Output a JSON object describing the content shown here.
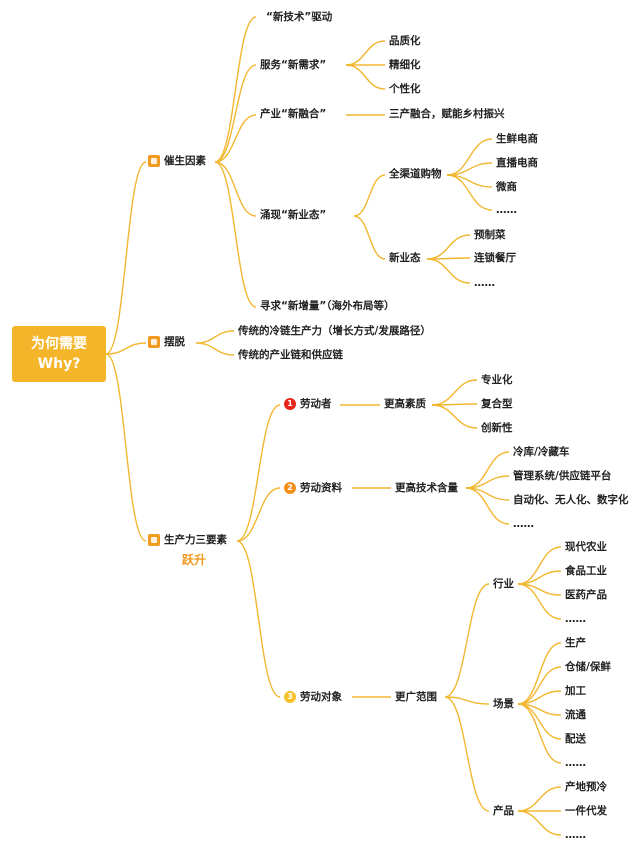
{
  "root": {
    "line1": "为何需要",
    "line2": "Why?"
  },
  "colors": {
    "accent": "#f5b52a",
    "wire": "#f2b731",
    "n1": "#e8271c",
    "n2": "#f28f1c",
    "n3": "#f5c22a"
  },
  "b1": {
    "icon": "bell-icon",
    "label": "催生因素",
    "tech": "“新技术”驱动",
    "service": "服务“新需求”",
    "service_items": [
      "品质化",
      "精细化",
      "个性化"
    ],
    "industry": "产业“新融合”",
    "industry_item": "三产融合，赋能乡村振兴",
    "newform": "涌现“新业态”",
    "channel": "全渠道购物",
    "channel_items": [
      "生鲜电商",
      "直播电商",
      "微商",
      "……"
    ],
    "newbiz": "新业态",
    "newbiz_items": [
      "预制菜",
      "连锁餐厅",
      "……"
    ],
    "seek": "寻求“新增量”（海外布局等）"
  },
  "b2": {
    "icon": "lightning-icon",
    "label": "摆脱",
    "items": [
      "传统的冷链生产力（增长方式/发展路径）",
      "传统的产业链和供应链"
    ]
  },
  "b3": {
    "icon": "mail-icon",
    "label": "生产力三要素",
    "leap": "跃升",
    "e1": {
      "num": "1",
      "label": "劳动者",
      "sub": "更高素质",
      "items": [
        "专业化",
        "复合型",
        "创新性"
      ]
    },
    "e2": {
      "num": "2",
      "label": "劳动资料",
      "sub": "更高技术含量",
      "items": [
        "冷库/冷藏车",
        "管理系统/供应链平台",
        "自动化、无人化、数字化",
        "……"
      ]
    },
    "e3": {
      "num": "3",
      "label": "劳动对象",
      "sub": "更广范围",
      "g1": {
        "label": "行业",
        "items": [
          "现代农业",
          "食品工业",
          "医药产品",
          "……"
        ]
      },
      "g2": {
        "label": "场景",
        "items": [
          "生产",
          "仓储/保鲜",
          "加工",
          "流通",
          "配送",
          "……"
        ]
      },
      "g3": {
        "label": "产品",
        "items": [
          "产地预冷",
          "一件代发",
          "……"
        ]
      }
    }
  }
}
